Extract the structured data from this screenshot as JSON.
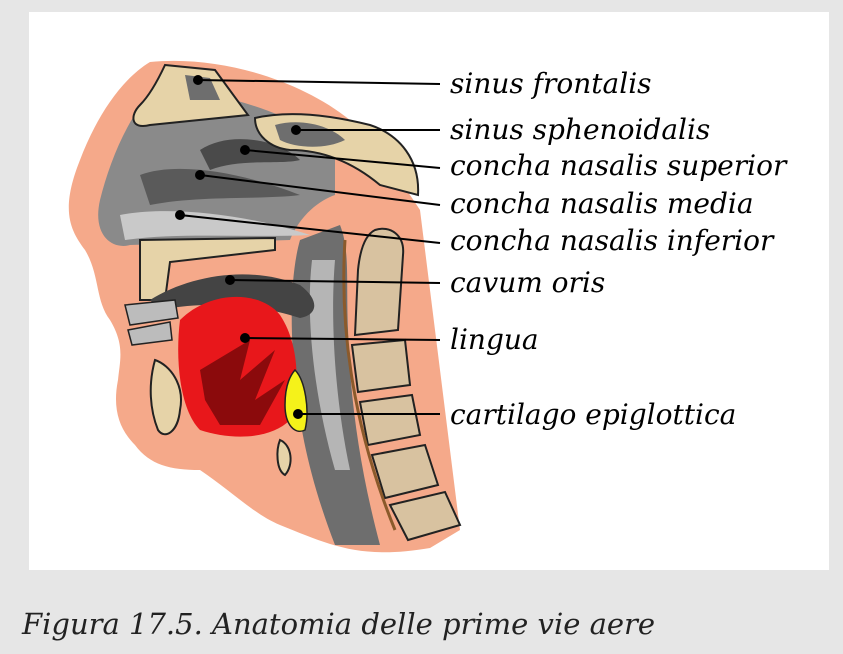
{
  "figure": {
    "labels": [
      "sinus frontalis",
      "sinus sphenoidalis",
      "concha nasalis superior",
      "concha nasalis media",
      "concha nasalis inferior",
      "cavum oris",
      "lingua",
      "cartilago epiglottica"
    ],
    "caption": "Figura 17.5. Anatomia delle prime vie aere"
  },
  "colors": {
    "skin": "#f5a98a",
    "bone": "#e6d3a8",
    "gray": "#8a8a8a",
    "dark_gray": "#4a4a4a",
    "tongue": "#e8171b",
    "epiglottis": "#f5f21a",
    "vertebra": "#d8c2a0"
  }
}
